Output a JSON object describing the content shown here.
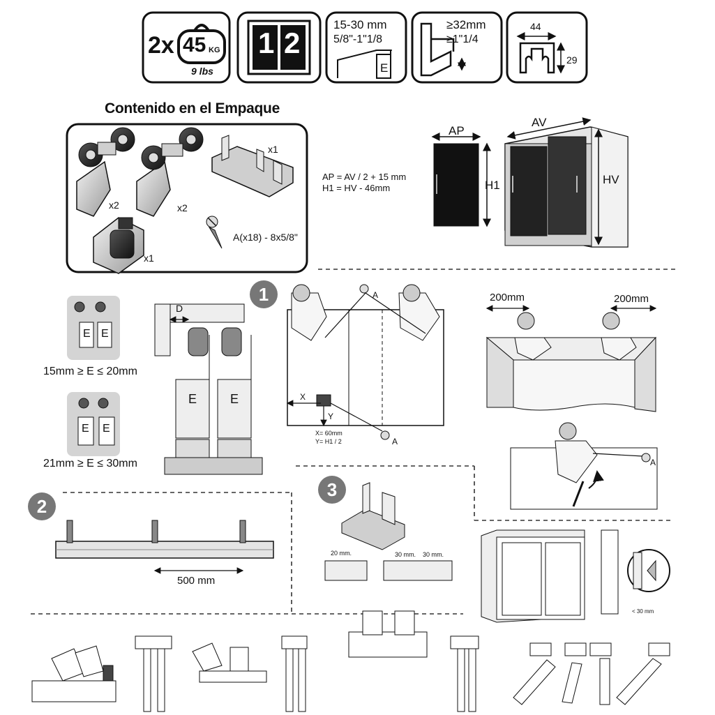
{
  "icons": {
    "load": {
      "multiplier": "2x",
      "kg_value": "45",
      "kg_unit": "KG",
      "lbs": "9 lbs"
    },
    "doors": {
      "digit_left": "1",
      "digit_right": "2"
    },
    "thickness": {
      "line1": "15-30 mm",
      "line2": "5/8\"-1\"1/8",
      "letter": "E"
    },
    "top_panel": {
      "line1": "≥32mm",
      "line2": "≥1\"1/4"
    },
    "rail": {
      "width": "44",
      "height": "29"
    }
  },
  "package": {
    "title": "Contenido en el Empaque",
    "qty_carriage_a": "x2",
    "qty_carriage_b": "x2",
    "qty_guide": "x1",
    "qty_stopper": "x1",
    "screw": "A(x18) - 8x5/8\""
  },
  "formulas": {
    "line1": "AP = AV / 2 + 15 mm",
    "line2": "H1 = HV - 46mm",
    "ap": "AP",
    "av": "AV",
    "h1": "H1",
    "hv": "HV"
  },
  "step1": {
    "badge": "1",
    "d_label": "D",
    "e_label": "E",
    "range_small": "15mm ≥ E ≤ 20mm",
    "range_large": "21mm ≥ E ≤ 30mm",
    "screw_a": "A",
    "x_label": "X",
    "y_label": "Y",
    "x_value": "X= 60mm",
    "y_value": "Y= H1 / 2",
    "offset_left": "200mm",
    "offset_right": "200mm"
  },
  "step2": {
    "badge": "2",
    "spacing": "500 mm"
  },
  "step3": {
    "badge": "3",
    "gap_single": "20 mm.",
    "gap_double_a": "30 mm.",
    "gap_double_b": "30 mm."
  },
  "detail": {
    "gap_max": "< 30 mm"
  }
}
